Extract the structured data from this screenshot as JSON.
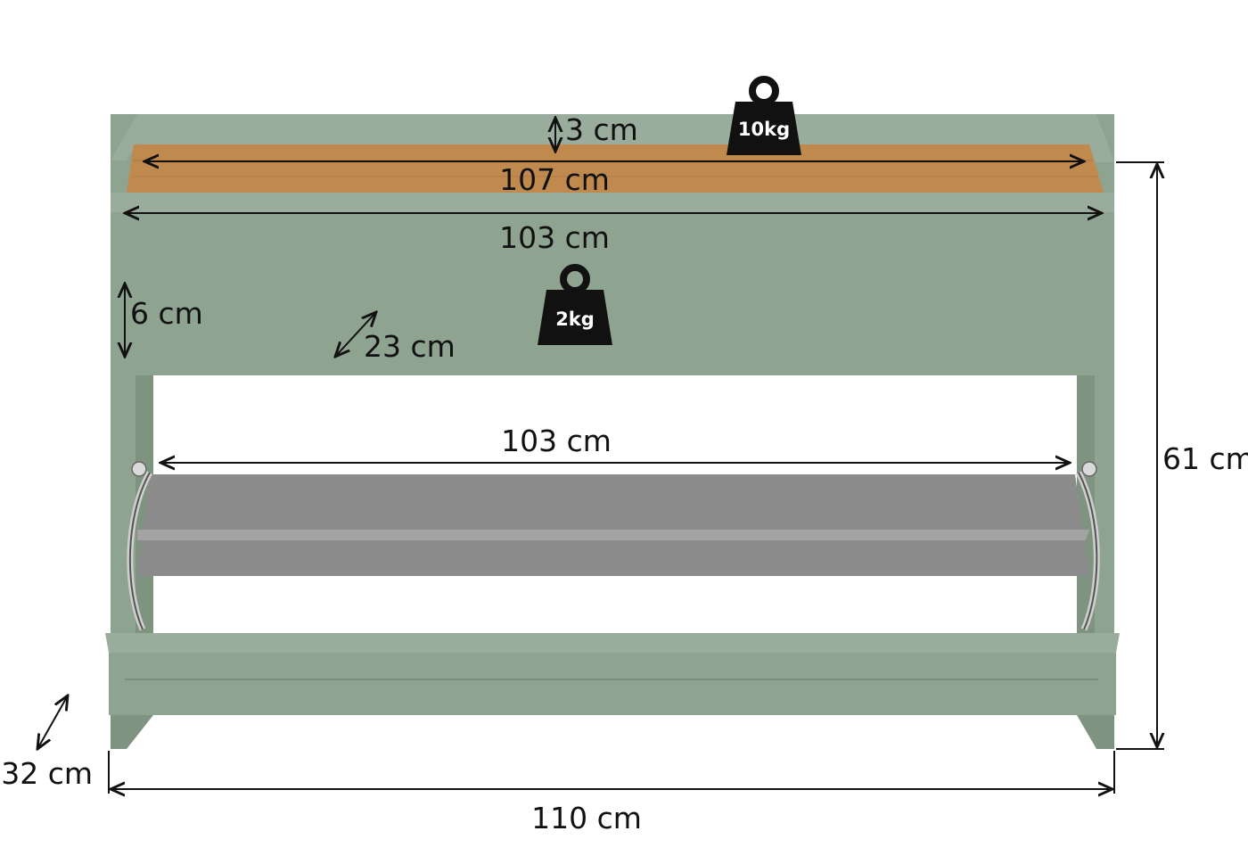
{
  "colors": {
    "cabinet_green": "#8fa391",
    "cabinet_green_light": "#9aad9c",
    "cabinet_green_dark": "#7f9381",
    "shelf_wood": "#c08a4f",
    "tray_grey": "#8c8c8c",
    "tray_grey_light": "#a3a3a3",
    "dimension_ink": "#111111",
    "weight_black": "#111111",
    "weight_text": "#ffffff"
  },
  "dimensions": {
    "rim_height": "3 cm",
    "shelf_width": "107 cm",
    "inner_width": "103 cm",
    "front_height": "6 cm",
    "top_depth": "23 cm",
    "tray_width": "103 cm",
    "total_height": "61 cm",
    "total_depth": "32 cm",
    "total_width": "110 cm"
  },
  "weights": {
    "top_load": "10kg",
    "front_load": "2kg",
    "icon": "weight-icon"
  }
}
